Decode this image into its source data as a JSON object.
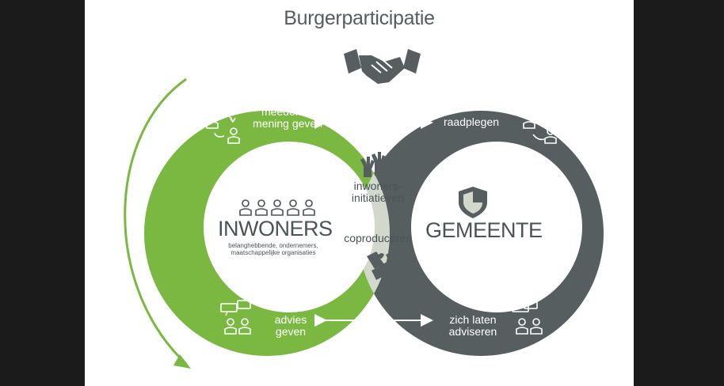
{
  "title": "Burgerparticipatie",
  "icons": {
    "handshake": "handshake-icon",
    "people_exchange": "people-exchange-icon",
    "people_group": "people-group-icon",
    "raised_hands": "raised-hands-icon",
    "shield": "shield-icon",
    "puzzle": "puzzle-icon",
    "speech_people": "speech-bubbles-people-icon"
  },
  "colors": {
    "green": "#7ab841",
    "dark": "#575e5f",
    "overlap": "#d3d8cc",
    "text_dark": "#4a5356"
  },
  "left_circle": {
    "name": "INWONERS",
    "subtitle_line1": "belanghebbende, ondernemers,",
    "subtitle_line2": "maatschappelijke organisaties"
  },
  "right_circle": {
    "name": "GEMEENTE"
  },
  "overlap": {
    "initiative_line1": "inwoners-",
    "initiative_line2": "initiatieven",
    "coproduce": "coproduceren"
  },
  "top_left": {
    "line1": "meedenken,",
    "line2": "mening geven"
  },
  "top_right": {
    "line1": "raadplegen"
  },
  "bottom_left": {
    "line1": "advies",
    "line2": "geven"
  },
  "bottom_right": {
    "line1": "zich laten",
    "line2": "adviseren"
  }
}
